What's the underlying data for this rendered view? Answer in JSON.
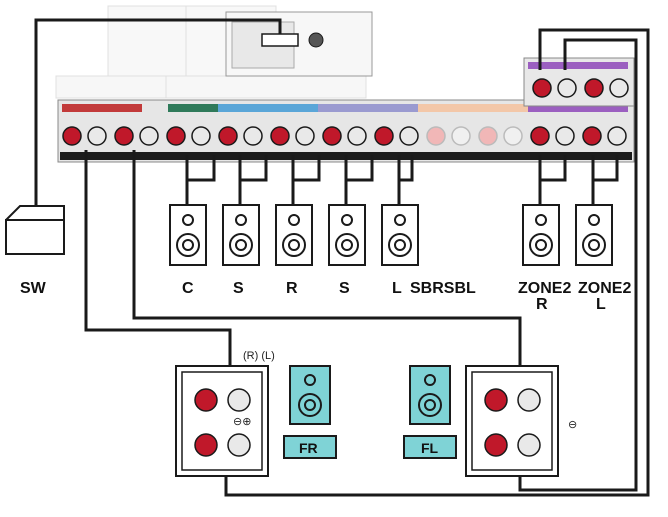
{
  "diagram": {
    "subwoofer_label": "SW",
    "speaker_labels": [
      "C",
      "S",
      "R",
      "S",
      "L"
    ],
    "sbr_sbl_label": "SBRSBL",
    "zone2_r_label": [
      "ZONE2",
      "R"
    ],
    "zone2_l_label": [
      "ZONE2",
      "L"
    ],
    "amp_channel_label": "(R)  (L)",
    "amp_polarity_label": "⊖⊕",
    "amp_right_polarity_label": "⊖",
    "front_right_label": "FR",
    "front_left_label": "FL"
  },
  "colors": {
    "cable": "#1a1a1a",
    "terminal_red": "#c0182a",
    "terminal_white": "#e9e9e9",
    "panel_dark": "#202020",
    "speaker_accent": "#7fd3d6",
    "band_front": "#c23a3a",
    "band_center": "#2f7a5a",
    "band_surround": "#5aa6d8",
    "band_sbr": "#9a9ad0",
    "band_extra": "#f3c7a8",
    "band_zone": "#9b5fc0"
  }
}
